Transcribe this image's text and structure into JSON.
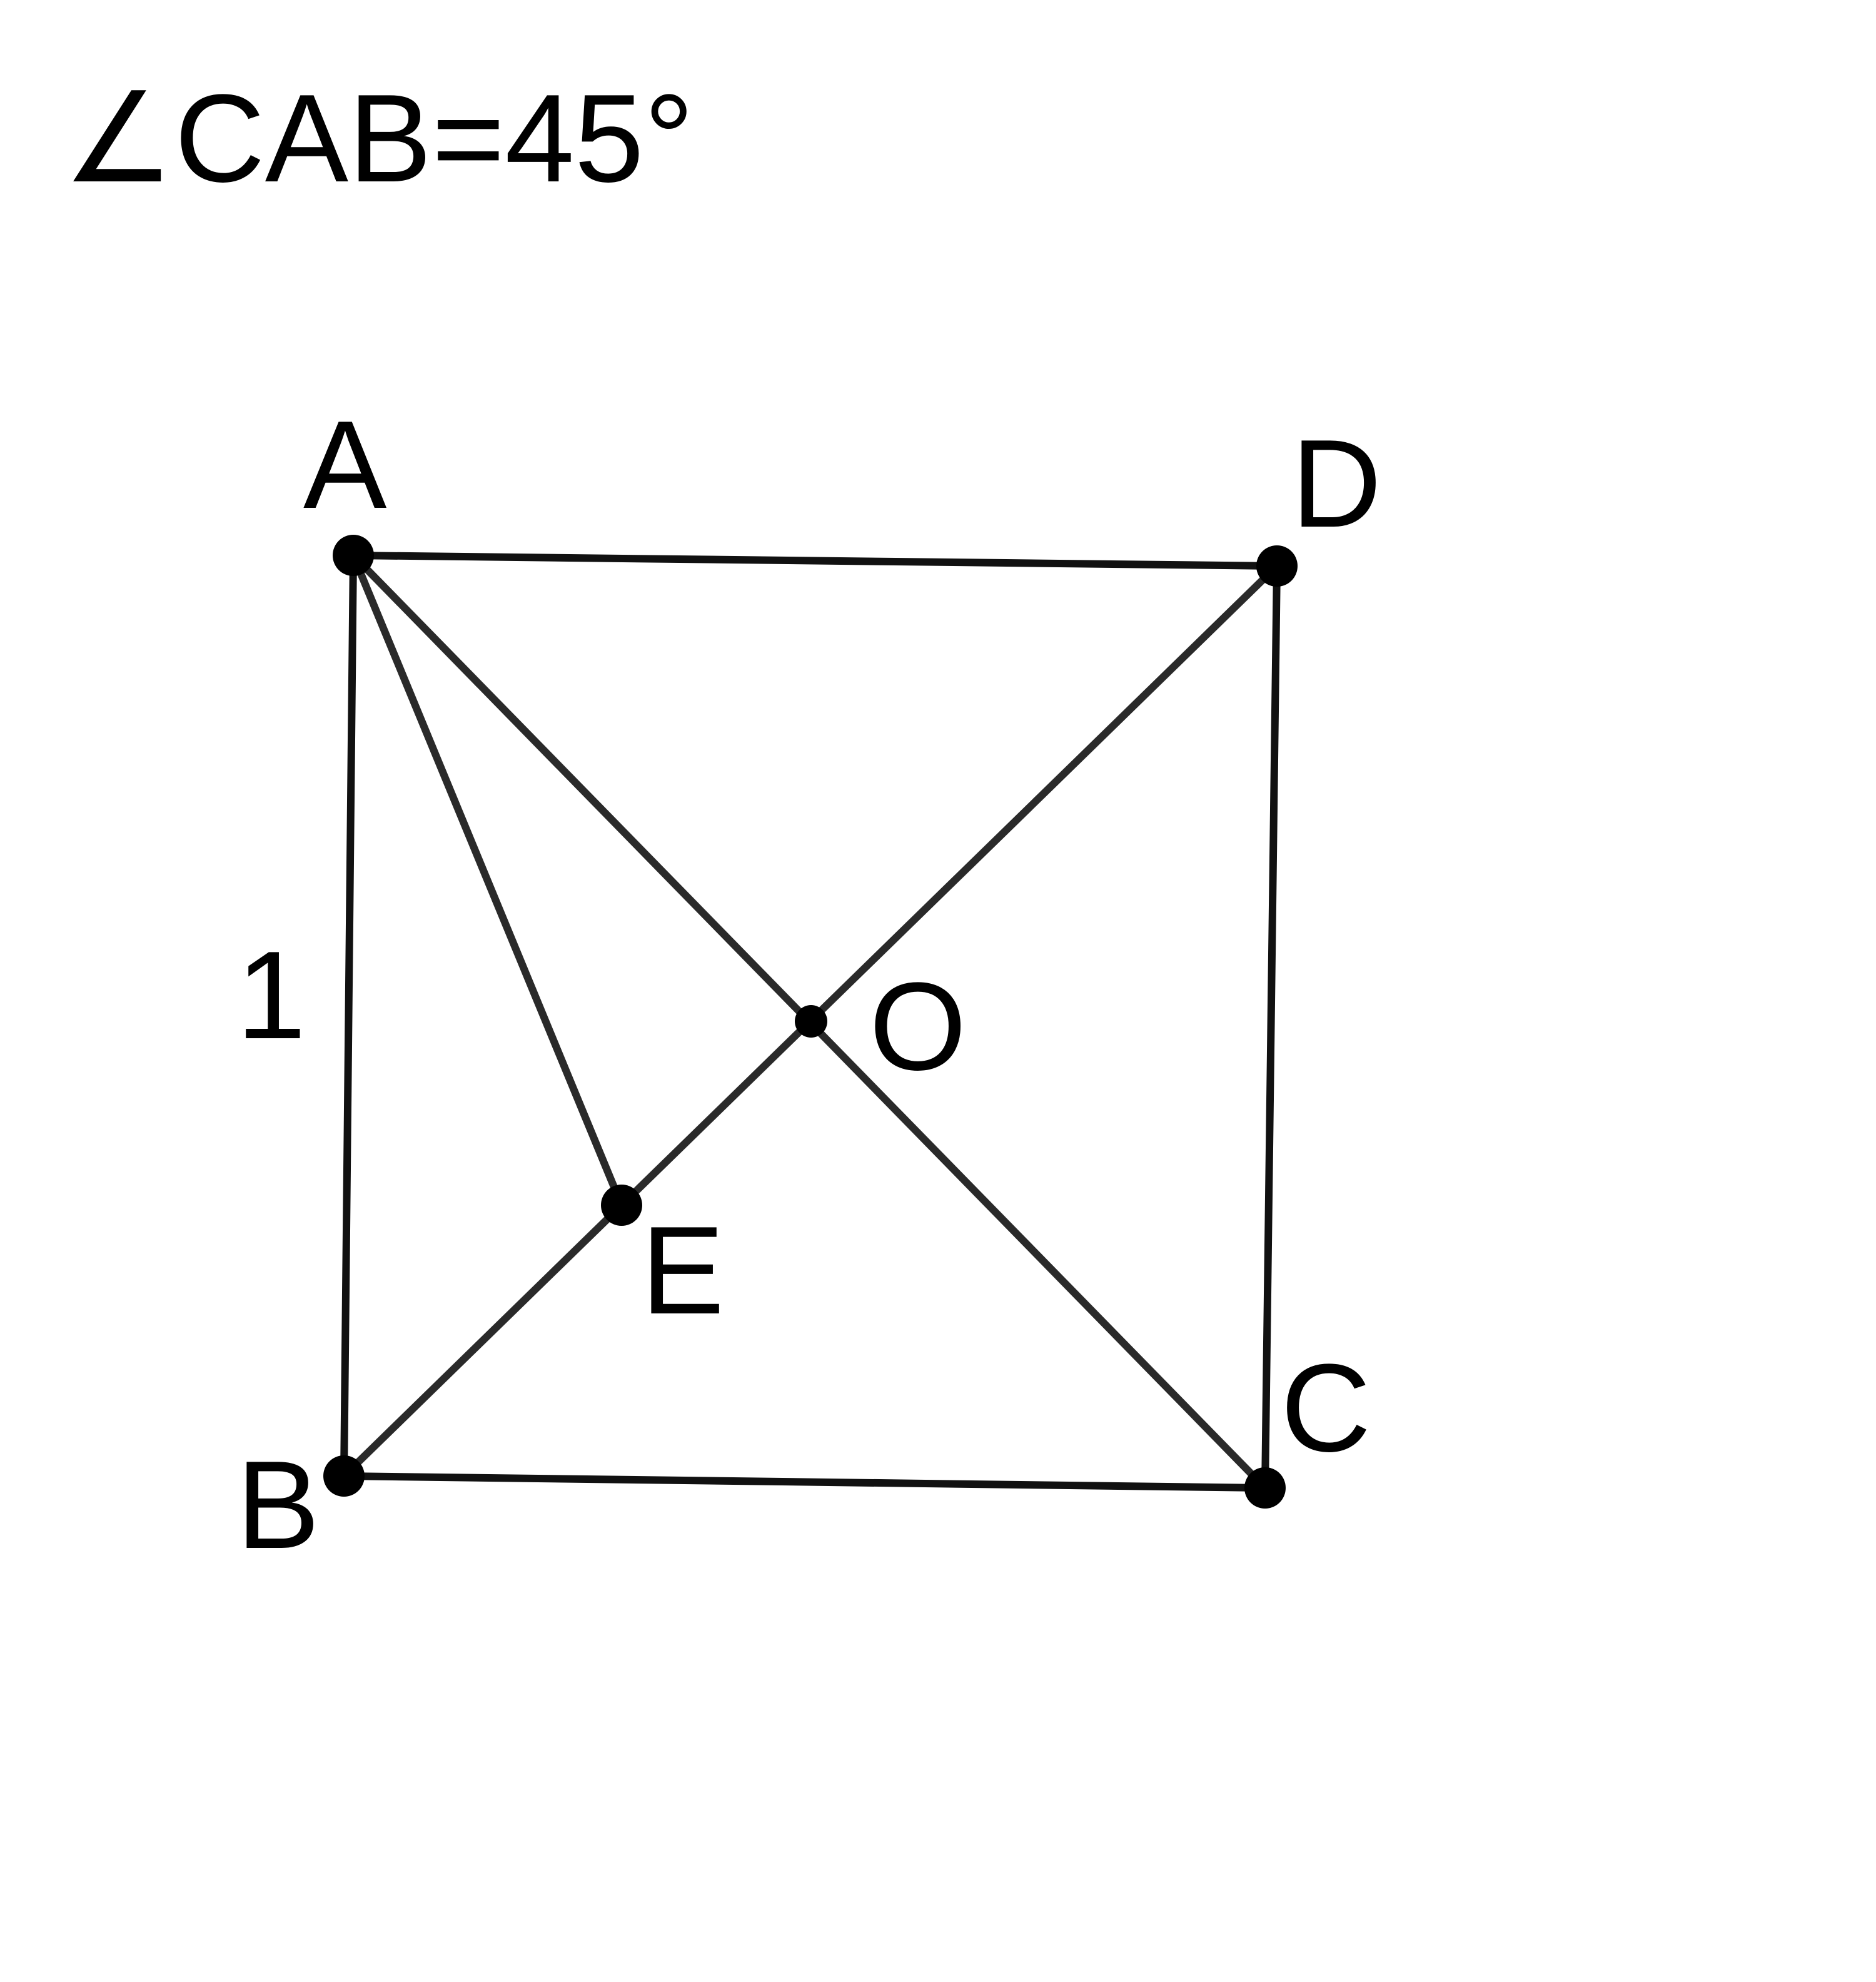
{
  "annotation": {
    "text": "∠CAB=45°"
  },
  "side_label": {
    "text": "1"
  },
  "points": {
    "A": {
      "label": "A"
    },
    "B": {
      "label": "B"
    },
    "C": {
      "label": "C"
    },
    "D": {
      "label": "D"
    },
    "O": {
      "label": "O"
    },
    "E": {
      "label": "E"
    }
  },
  "segments": [
    {
      "from": "A",
      "to": "D"
    },
    {
      "from": "A",
      "to": "B"
    },
    {
      "from": "B",
      "to": "C"
    },
    {
      "from": "D",
      "to": "C"
    },
    {
      "from": "A",
      "to": "C"
    },
    {
      "from": "B",
      "to": "D"
    },
    {
      "from": "A",
      "to": "E"
    }
  ],
  "colors": {
    "line": "#2a2a2a",
    "point": "#000000",
    "text": "#000000"
  }
}
